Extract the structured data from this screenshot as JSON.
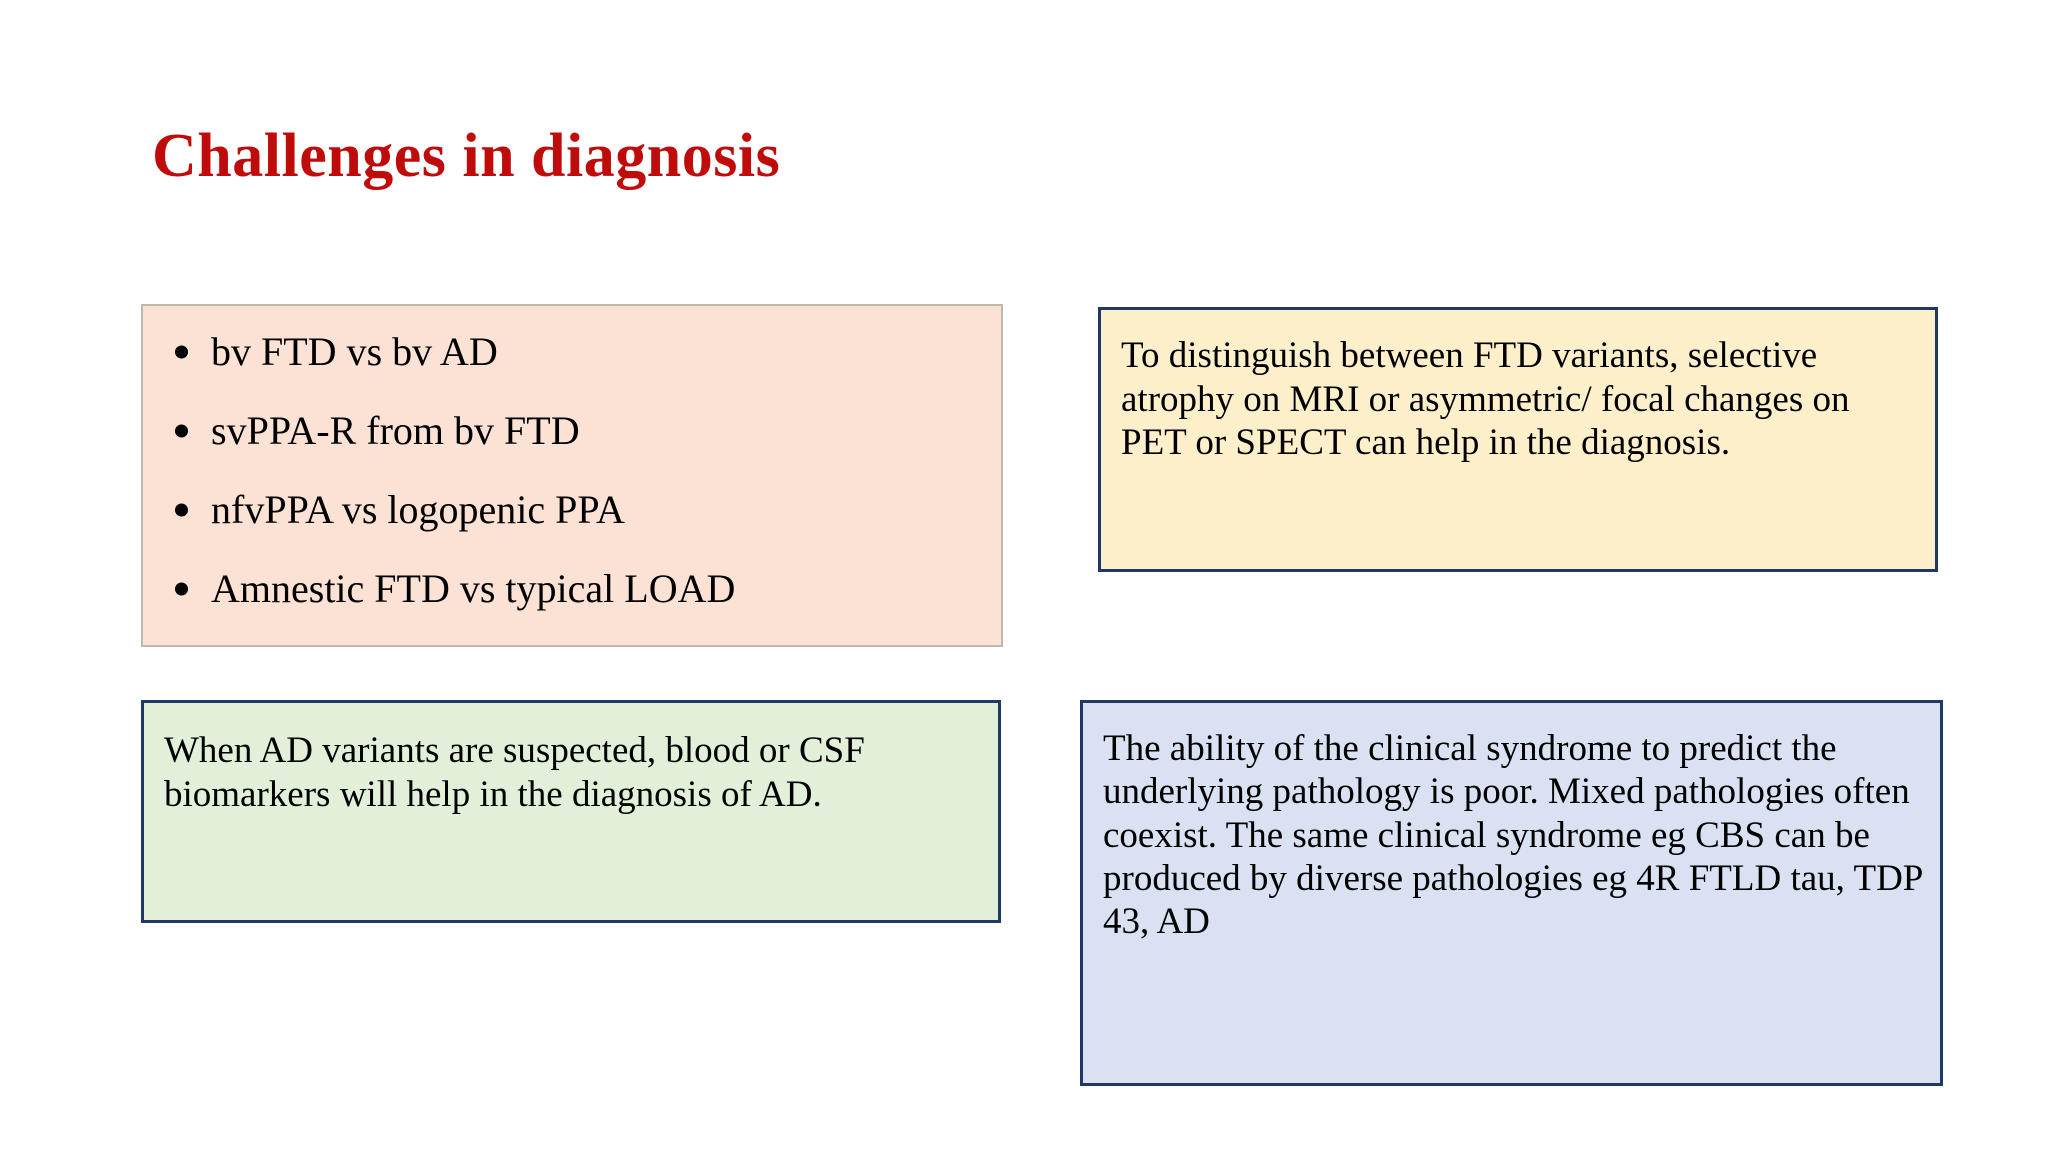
{
  "slide": {
    "title": "Challenges in diagnosis",
    "title_color": "#C00B0B",
    "background_color": "#FFFFFF"
  },
  "panels": {
    "differentials": {
      "name": "differential-diagnosis-list",
      "fill_color": "#FBE2D5",
      "border_color": "#BFB8AD",
      "bullets": [
        "bv FTD vs bv AD",
        "svPPA-R from bv FTD",
        "nfvPPA vs logopenic PPA",
        "Amnestic FTD vs typical LOAD"
      ]
    },
    "imaging": {
      "name": "imaging-note",
      "fill_color": "#FCEFC9",
      "border_color": "#1F3864",
      "text": "To distinguish between FTD variants, selective atrophy on MRI or asymmetric/ focal changes on PET or SPECT can help in the diagnosis."
    },
    "biomarkers": {
      "name": "biomarker-note",
      "fill_color": "#E2EFD9",
      "border_color": "#1F3864",
      "text": "When AD variants are suspected, blood or CSF biomarkers will help in the diagnosis of AD."
    },
    "pathology": {
      "name": "pathology-note",
      "fill_color": "#D9E1F2",
      "border_color": "#1F3864",
      "text": "The ability of the clinical syndrome to predict the underlying pathology is poor. Mixed pathologies often coexist. The same clinical syndrome eg CBS can be produced by diverse pathologies eg 4R FTLD tau, TDP 43, AD"
    }
  }
}
